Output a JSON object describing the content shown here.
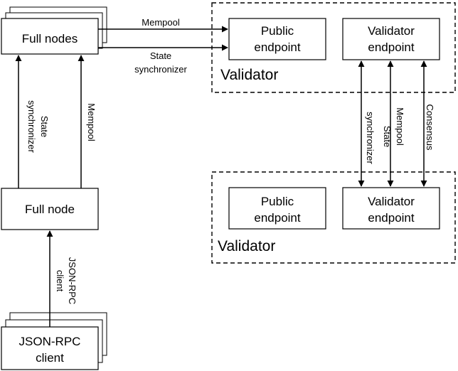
{
  "nodes": {
    "full_nodes": {
      "label": "Full nodes"
    },
    "full_node": {
      "label": "Full node"
    },
    "jsonrpc_client": {
      "line1": "JSON-RPC",
      "line2": "client"
    },
    "validator_top": {
      "region_label": "Validator",
      "public": {
        "line1": "Public",
        "line2": "endpoint"
      },
      "validator": {
        "line1": "Validator",
        "line2": "endpoint"
      }
    },
    "validator_bottom": {
      "region_label": "Validator",
      "public": {
        "line1": "Public",
        "line2": "endpoint"
      },
      "validator": {
        "line1": "Validator",
        "line2": "endpoint"
      }
    }
  },
  "edges": {
    "mempool_h": "Mempool",
    "state_sync_h": {
      "line1": "State",
      "line2": "synchronizer"
    },
    "state_sync_v": {
      "line1": "State",
      "line2": "synchronizer"
    },
    "mempool_v": "Mempool",
    "jsonrpc_v": {
      "line1": "JSON-RPC",
      "line2": "client"
    },
    "val_state_sync": {
      "line1": "State",
      "line2": "synchronizer"
    },
    "val_mempool": "Mempool",
    "val_consensus": "Consensus"
  }
}
